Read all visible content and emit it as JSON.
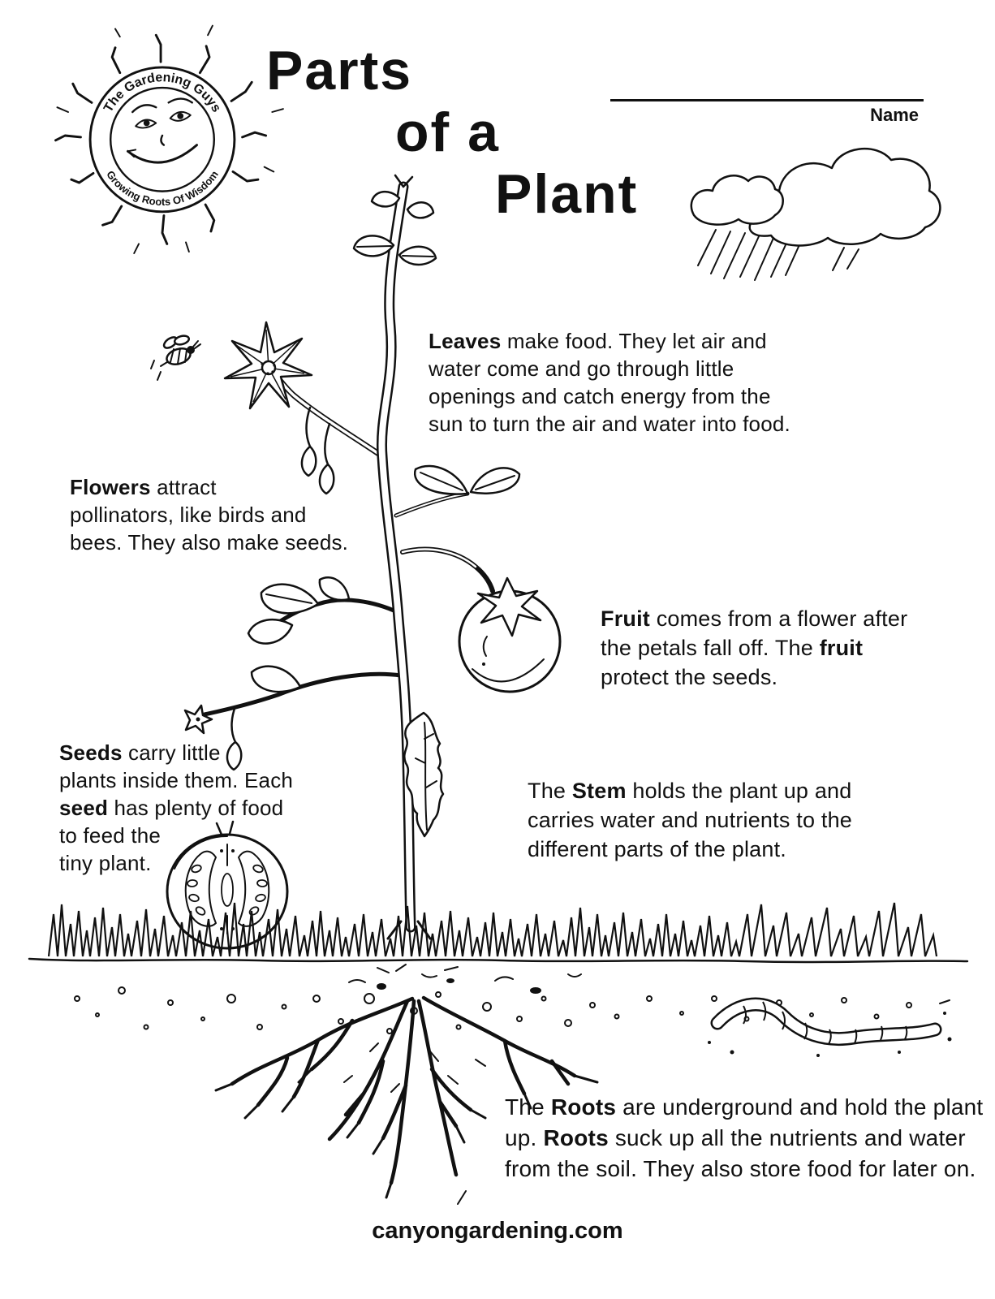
{
  "page": {
    "background": "#ffffff",
    "ink": "#111111"
  },
  "title": {
    "line1": "Parts",
    "line2": "of a",
    "line3": "Plant"
  },
  "name_field": {
    "label": "Name"
  },
  "logo": {
    "arc_top": "The Gardening Guys",
    "arc_bottom": "Growing Roots Of Wisdom"
  },
  "sections": {
    "leaves": {
      "b1": "Leaves",
      "r1": " make food. They let air and",
      "r2": "water come and go through little",
      "r3": "openings and catch energy from the",
      "r4": "sun to turn the air and water into food."
    },
    "flowers": {
      "b1": "Flowers",
      "r1": " attract",
      "r2": "pollinators, like birds and",
      "r3": "bees. They also make seeds."
    },
    "fruit": {
      "b1": "Fruit",
      "r1": " comes from a flower after",
      "r2": "the petals fall off. The ",
      "b2": "fruit",
      "r3": "protect the seeds."
    },
    "seeds": {
      "b1": "Seeds",
      "r1": " carry little",
      "r2": "plants inside them. Each",
      "b2": "seed",
      "r3": " has plenty of food",
      "r4": "to feed the",
      "r5": "tiny plant."
    },
    "stem": {
      "r1": "The ",
      "b1": "Stem",
      "r2": " holds the plant up and",
      "r3": "carries water and nutrients to the",
      "r4": "different parts of the plant."
    },
    "roots": {
      "r1": "The ",
      "b1": "Roots",
      "r2": " are underground and hold the plant",
      "r3": "up. ",
      "b2": "Roots",
      "r4": " suck up all the nutrients and water",
      "r5": "from the soil. They also store food for later on."
    }
  },
  "footer": {
    "site": "canyongardening.com"
  },
  "drawings": {
    "sun_logo": "smiling-sun-logo",
    "cloud": "rain-cloud",
    "plant": "tomato-plant",
    "bee": "bee",
    "seed": "seed-cross-section",
    "ground": "grass-and-soil",
    "roots": "roots",
    "worm": "earthworm"
  }
}
